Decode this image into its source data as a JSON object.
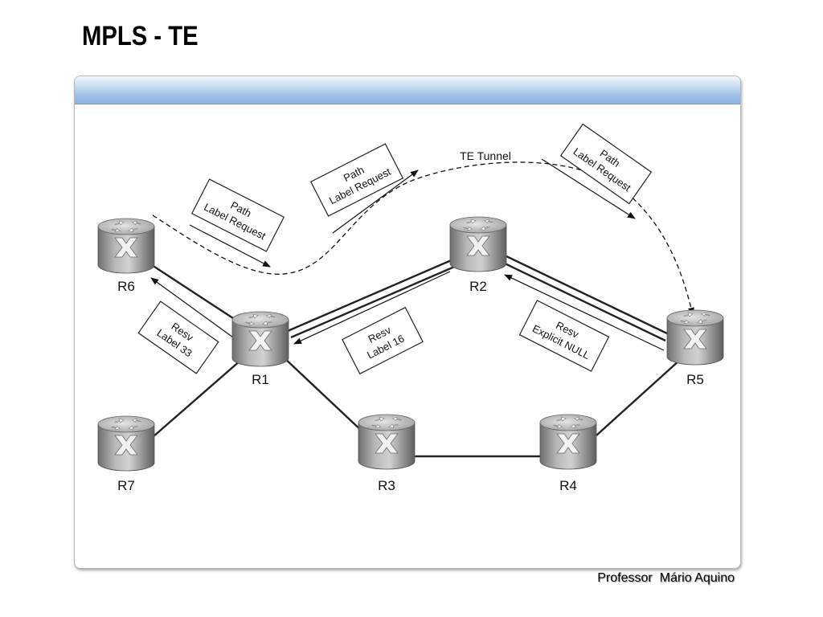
{
  "slide": {
    "title": "MPLS - TE",
    "footer": "Professor  Mário Aquino"
  },
  "routers": [
    {
      "id": "R6",
      "label": "R6"
    },
    {
      "id": "R1",
      "label": "R1"
    },
    {
      "id": "R7",
      "label": "R7"
    },
    {
      "id": "R2",
      "label": "R2"
    },
    {
      "id": "R3",
      "label": "R3"
    },
    {
      "id": "R4",
      "label": "R4"
    },
    {
      "id": "R5",
      "label": "R5"
    }
  ],
  "links": [
    {
      "from": "R6",
      "to": "R1"
    },
    {
      "from": "R7",
      "to": "R1"
    },
    {
      "from": "R1",
      "to": "R2"
    },
    {
      "from": "R1",
      "to": "R3"
    },
    {
      "from": "R3",
      "to": "R4"
    },
    {
      "from": "R4",
      "to": "R5"
    },
    {
      "from": "R2",
      "to": "R5"
    }
  ],
  "tunnel": {
    "label": "TE Tunnel"
  },
  "path_messages": [
    {
      "line1": "Path",
      "line2": "Label Request"
    },
    {
      "line1": "Path",
      "line2": "Label Request"
    },
    {
      "line1": "Path",
      "line2": "Label Request"
    }
  ],
  "resv_messages": [
    {
      "line1": "Resv",
      "line2": "Label 33"
    },
    {
      "line1": "Resv",
      "line2": "Label 16"
    },
    {
      "line1": "Resv",
      "line2": "Explicit NULL"
    }
  ],
  "colors": {
    "header_bar": "#9fc1e6",
    "router_body": "#9c9c9c",
    "link": "#222222"
  }
}
